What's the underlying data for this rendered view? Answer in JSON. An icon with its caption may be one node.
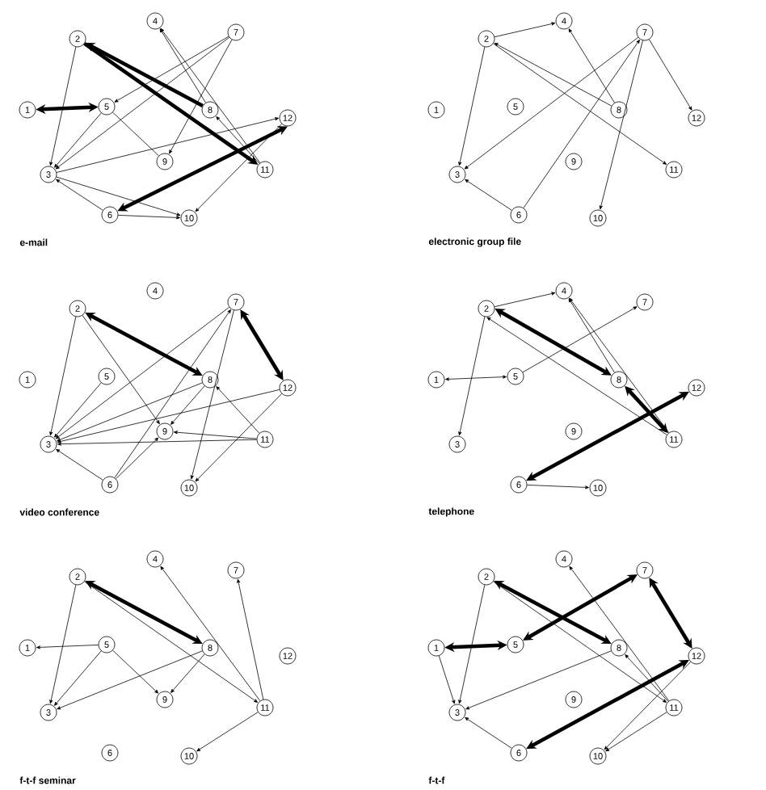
{
  "diagram": {
    "nodes": [
      {
        "text": [
          "1"
        ]
      },
      {
        "text": [
          "2"
        ]
      },
      {
        "text": [
          "3"
        ]
      },
      {
        "text": [
          "4"
        ]
      },
      {
        "text": [
          "5"
        ]
      },
      {
        "text": [
          "6"
        ]
      },
      {
        "text": [
          "7"
        ]
      },
      {
        "text": [
          "8"
        ]
      },
      {
        "text": [
          "9"
        ]
      },
      {
        "text": [
          "10"
        ]
      },
      {
        "text": [
          "11"
        ]
      },
      {
        "text": [
          "12"
        ]
      },
      {
        "text": [
          "1"
        ]
      },
      {
        "text": [
          "2"
        ]
      },
      {
        "text": [
          "3"
        ]
      },
      {
        "text": [
          "4"
        ]
      },
      {
        "text": [
          "5"
        ]
      },
      {
        "text": [
          "6"
        ]
      },
      {
        "text": [
          "7"
        ]
      },
      {
        "text": [
          "8"
        ]
      },
      {
        "text": [
          "9"
        ]
      },
      {
        "text": [
          "10"
        ]
      },
      {
        "text": [
          "11"
        ]
      },
      {
        "text": [
          "12"
        ]
      },
      {
        "text": [
          "1"
        ]
      },
      {
        "text": [
          "2"
        ]
      },
      {
        "text": [
          "3"
        ]
      },
      {
        "text": [
          "4"
        ]
      },
      {
        "text": [
          "5"
        ]
      },
      {
        "text": [
          "6"
        ]
      },
      {
        "text": [
          "7"
        ]
      },
      {
        "text": [
          "8"
        ]
      },
      {
        "text": [
          "9"
        ]
      },
      {
        "text": [
          "10"
        ]
      },
      {
        "text": [
          "11"
        ]
      },
      {
        "text": [
          "12"
        ]
      },
      {
        "text": [
          "1"
        ]
      },
      {
        "text": [
          "2"
        ]
      },
      {
        "text": [
          "3"
        ]
      },
      {
        "text": [
          "4"
        ]
      },
      {
        "text": [
          "5"
        ]
      },
      {
        "text": [
          "6"
        ]
      },
      {
        "text": [
          "7"
        ]
      },
      {
        "text": [
          "8"
        ]
      },
      {
        "text": [
          "9"
        ]
      },
      {
        "text": [
          "10"
        ]
      },
      {
        "text": [
          "11"
        ]
      },
      {
        "text": [
          "12"
        ]
      },
      {
        "text": [
          "1"
        ]
      },
      {
        "text": [
          "2"
        ]
      },
      {
        "text": [
          "3"
        ]
      },
      {
        "text": [
          "4"
        ]
      },
      {
        "text": [
          "5"
        ]
      },
      {
        "text": [
          "6"
        ]
      },
      {
        "text": [
          "7"
        ]
      },
      {
        "text": [
          "8"
        ]
      },
      {
        "text": [
          "9"
        ]
      },
      {
        "text": [
          "10"
        ]
      },
      {
        "text": [
          "11"
        ]
      },
      {
        "text": [
          "12"
        ]
      },
      {
        "text": [
          "1"
        ]
      },
      {
        "text": [
          "2"
        ]
      },
      {
        "text": [
          "3"
        ]
      },
      {
        "text": [
          "4"
        ]
      },
      {
        "text": [
          "5"
        ]
      },
      {
        "text": [
          "6"
        ]
      },
      {
        "text": [
          "7"
        ]
      },
      {
        "text": [
          "8"
        ]
      },
      {
        "text": [
          "9"
        ]
      },
      {
        "text": [
          "10"
        ]
      },
      {
        "text": [
          "11"
        ]
      },
      {
        "text": [
          "12"
        ]
      }
    ],
    "edges": [
      {
        "from": 0,
        "to": 4,
        "arrow": "both",
        "style": "thick"
      },
      {
        "from": 1,
        "to": 2,
        "arrow": "to"
      },
      {
        "from": 7,
        "to": 1,
        "arrow": "to",
        "style": "thick"
      },
      {
        "from": 1,
        "to": 10,
        "arrow": "to",
        "style": "thick"
      },
      {
        "from": 6,
        "to": 4,
        "arrow": "to"
      },
      {
        "from": 6,
        "to": 2,
        "arrow": "to"
      },
      {
        "from": 6,
        "to": 8,
        "arrow": "to"
      },
      {
        "from": 7,
        "to": 3,
        "arrow": "to"
      },
      {
        "from": 10,
        "to": 3,
        "arrow": "to"
      },
      {
        "from": 4,
        "to": 2,
        "arrow": "to"
      },
      {
        "from": 4,
        "to": 8,
        "arrow": "none"
      },
      {
        "from": 2,
        "to": 11,
        "arrow": "to"
      },
      {
        "from": 5,
        "to": 11,
        "arrow": "both",
        "style": "thick"
      },
      {
        "from": 11,
        "to": 9,
        "arrow": "to"
      },
      {
        "from": 10,
        "to": 7,
        "arrow": "to"
      },
      {
        "from": 5,
        "to": 2,
        "arrow": "to"
      },
      {
        "from": 2,
        "to": 9,
        "arrow": "to"
      },
      {
        "from": 5,
        "to": 9,
        "arrow": "to"
      },
      {
        "from": 13,
        "to": 15,
        "arrow": "to"
      },
      {
        "from": 13,
        "to": 14,
        "arrow": "to"
      },
      {
        "from": 19,
        "to": 15,
        "arrow": "to"
      },
      {
        "from": 19,
        "to": 13,
        "arrow": "to"
      },
      {
        "from": 13,
        "to": 22,
        "arrow": "to"
      },
      {
        "from": 18,
        "to": 14,
        "arrow": "to"
      },
      {
        "from": 17,
        "to": 18,
        "arrow": "to"
      },
      {
        "from": 18,
        "to": 21,
        "arrow": "to"
      },
      {
        "from": 18,
        "to": 23,
        "arrow": "to"
      },
      {
        "from": 17,
        "to": 14,
        "arrow": "to"
      },
      {
        "from": 25,
        "to": 26,
        "arrow": "to"
      },
      {
        "from": 25,
        "to": 31,
        "arrow": "both",
        "style": "thick"
      },
      {
        "from": 25,
        "to": 32,
        "arrow": "to"
      },
      {
        "from": 30,
        "to": 26,
        "arrow": "to"
      },
      {
        "from": 29,
        "to": 30,
        "arrow": "to"
      },
      {
        "from": 30,
        "to": 33,
        "arrow": "to"
      },
      {
        "from": 30,
        "to": 35,
        "arrow": "both",
        "style": "thick"
      },
      {
        "from": 28,
        "to": 26,
        "arrow": "to"
      },
      {
        "from": 31,
        "to": 26,
        "arrow": "to"
      },
      {
        "from": 31,
        "to": 32,
        "arrow": "to"
      },
      {
        "from": 35,
        "to": 26,
        "arrow": "to"
      },
      {
        "from": 34,
        "to": 32,
        "arrow": "to"
      },
      {
        "from": 34,
        "to": 26,
        "arrow": "to"
      },
      {
        "from": 34,
        "to": 31,
        "arrow": "to"
      },
      {
        "from": 35,
        "to": 33,
        "arrow": "to"
      },
      {
        "from": 29,
        "to": 26,
        "arrow": "to"
      },
      {
        "from": 29,
        "to": 32,
        "arrow": "to"
      },
      {
        "from": 37,
        "to": 39,
        "arrow": "to"
      },
      {
        "from": 37,
        "to": 38,
        "arrow": "to"
      },
      {
        "from": 40,
        "to": 42,
        "arrow": "to"
      },
      {
        "from": 36,
        "to": 40,
        "arrow": "both"
      },
      {
        "from": 37,
        "to": 43,
        "arrow": "both",
        "style": "thick"
      },
      {
        "from": 46,
        "to": 37,
        "arrow": "to"
      },
      {
        "from": 43,
        "to": 39,
        "arrow": "to"
      },
      {
        "from": 46,
        "to": 39,
        "arrow": "to"
      },
      {
        "from": 43,
        "to": 46,
        "arrow": "both",
        "style": "thick"
      },
      {
        "from": 41,
        "to": 47,
        "arrow": "both",
        "style": "thick"
      },
      {
        "from": 41,
        "to": 45,
        "arrow": "to"
      },
      {
        "from": 49,
        "to": 55,
        "arrow": "both",
        "style": "thick"
      },
      {
        "from": 49,
        "to": 50,
        "arrow": "to"
      },
      {
        "from": 49,
        "to": 58,
        "arrow": "to"
      },
      {
        "from": 52,
        "to": 48,
        "arrow": "to"
      },
      {
        "from": 52,
        "to": 50,
        "arrow": "to"
      },
      {
        "from": 52,
        "to": 56,
        "arrow": "to"
      },
      {
        "from": 55,
        "to": 50,
        "arrow": "to"
      },
      {
        "from": 55,
        "to": 56,
        "arrow": "to"
      },
      {
        "from": 58,
        "to": 51,
        "arrow": "to"
      },
      {
        "from": 58,
        "to": 54,
        "arrow": "to"
      },
      {
        "from": 58,
        "to": 57,
        "arrow": "to"
      },
      {
        "from": 61,
        "to": 62,
        "arrow": "to"
      },
      {
        "from": 60,
        "to": 64,
        "arrow": "both",
        "style": "thick"
      },
      {
        "from": 60,
        "to": 62,
        "arrow": "to"
      },
      {
        "from": 61,
        "to": 67,
        "arrow": "both",
        "style": "thick"
      },
      {
        "from": 61,
        "to": 70,
        "arrow": "to"
      },
      {
        "from": 66,
        "to": 64,
        "arrow": "both",
        "style": "thick"
      },
      {
        "from": 70,
        "to": 63,
        "arrow": "to"
      },
      {
        "from": 70,
        "to": 67,
        "arrow": "to"
      },
      {
        "from": 66,
        "to": 71,
        "arrow": "both",
        "style": "thick"
      },
      {
        "from": 67,
        "to": 62,
        "arrow": "to"
      },
      {
        "from": 65,
        "to": 71,
        "arrow": "both",
        "style": "thick"
      },
      {
        "from": 65,
        "to": 62,
        "arrow": "to"
      },
      {
        "from": 71,
        "to": 69,
        "arrow": "to"
      },
      {
        "from": 70,
        "to": 69,
        "arrow": "to"
      }
    ],
    "labels": [
      "e-mail",
      "electronic group file",
      "video conference",
      "telephone",
      "f-t-f seminar",
      "f-t-f"
    ]
  }
}
